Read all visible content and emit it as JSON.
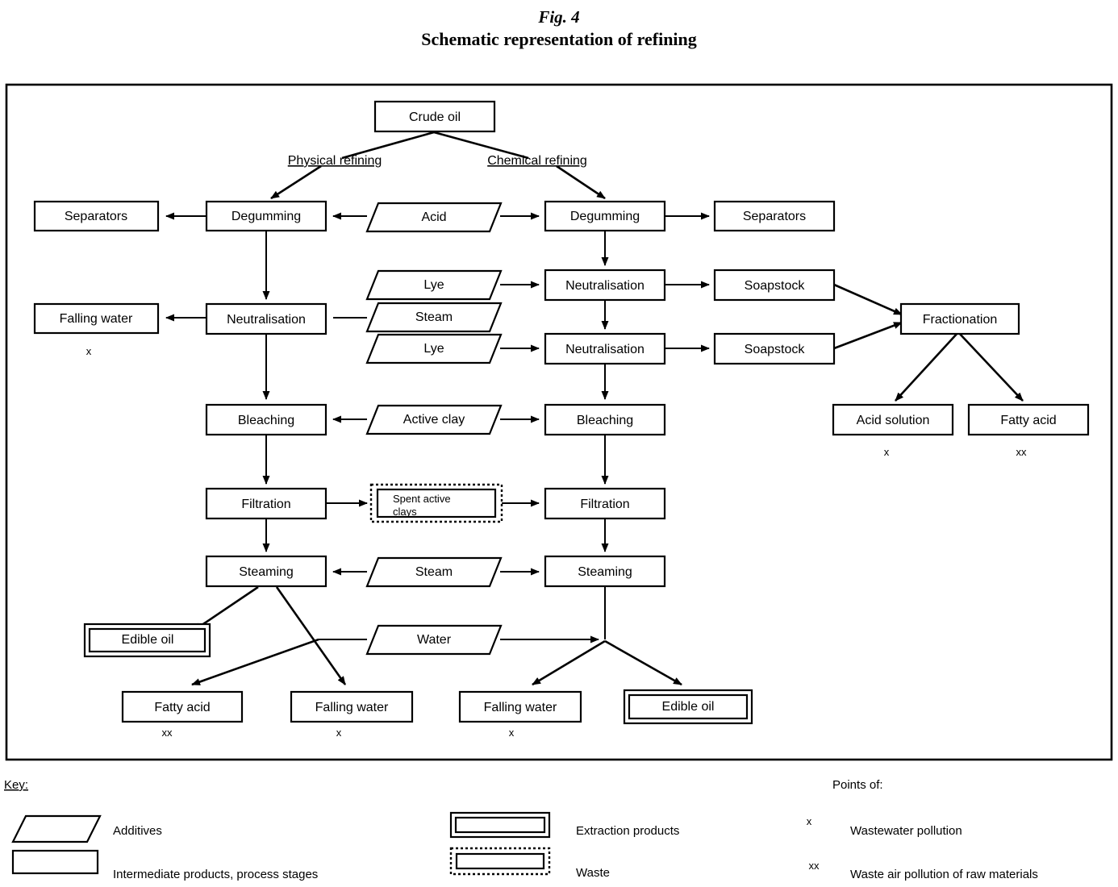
{
  "figure": {
    "number": "Fig. 4",
    "title": "Schematic representation of refining"
  },
  "branches": {
    "left": "Physical refining",
    "right": "Chemical refining"
  },
  "nodes": {
    "crude_oil": "Crude oil",
    "separators_left": "Separators",
    "separators_right": "Separators",
    "degumming_left": "Degumming",
    "degumming_right": "Degumming",
    "falling_water_left": "Falling water",
    "neutralisation_left": "Neutralisation",
    "neutralisation_right_1": "Neutralisation",
    "neutralisation_right_2": "Neutralisation",
    "soapstock_1": "Soapstock",
    "soapstock_2": "Soapstock",
    "fractionation": "Fractionation",
    "acid_solution": "Acid solution",
    "fatty_acid_right": "Fatty acid",
    "bleaching_left": "Bleaching",
    "bleaching_right": "Bleaching",
    "filtration_left": "Filtration",
    "filtration_right": "Filtration",
    "spent_active_clays": "Spent active clays",
    "steaming_left": "Steaming",
    "steaming_right": "Steaming",
    "edible_oil_left": "Edible oil",
    "edible_oil_right": "Edible oil",
    "fatty_acid_bottom": "Fatty acid",
    "falling_water_b1": "Falling water",
    "falling_water_b2": "Falling water"
  },
  "additives": {
    "acid": "Acid",
    "lye_1": "Lye",
    "steam_mid": "Steam",
    "lye_2": "Lye",
    "active_clay": "Active clay",
    "steam_bottom": "Steam",
    "water": "Water"
  },
  "pollution_marks": {
    "falling_water_left": "x",
    "acid_solution": "x",
    "fatty_acid_right": "xx",
    "fatty_acid_bottom": "xx",
    "falling_water_b1": "x",
    "falling_water_b2": "x"
  },
  "key": {
    "heading": "Key:",
    "points_heading": "Points of:",
    "items": [
      {
        "shape": "parallelogram",
        "label": "Additives"
      },
      {
        "shape": "rectangle",
        "label": "Intermediate products, process stages"
      },
      {
        "shape": "double-rectangle",
        "label": "Extraction products"
      },
      {
        "shape": "dotted-rectangle",
        "label": "Waste"
      }
    ],
    "points": [
      {
        "mark": "x",
        "label": "Wastewater pollution"
      },
      {
        "mark": "xx",
        "label": "Waste air pollution of raw materials"
      }
    ]
  },
  "colors": {
    "stroke": "#000000",
    "background": "#ffffff"
  }
}
